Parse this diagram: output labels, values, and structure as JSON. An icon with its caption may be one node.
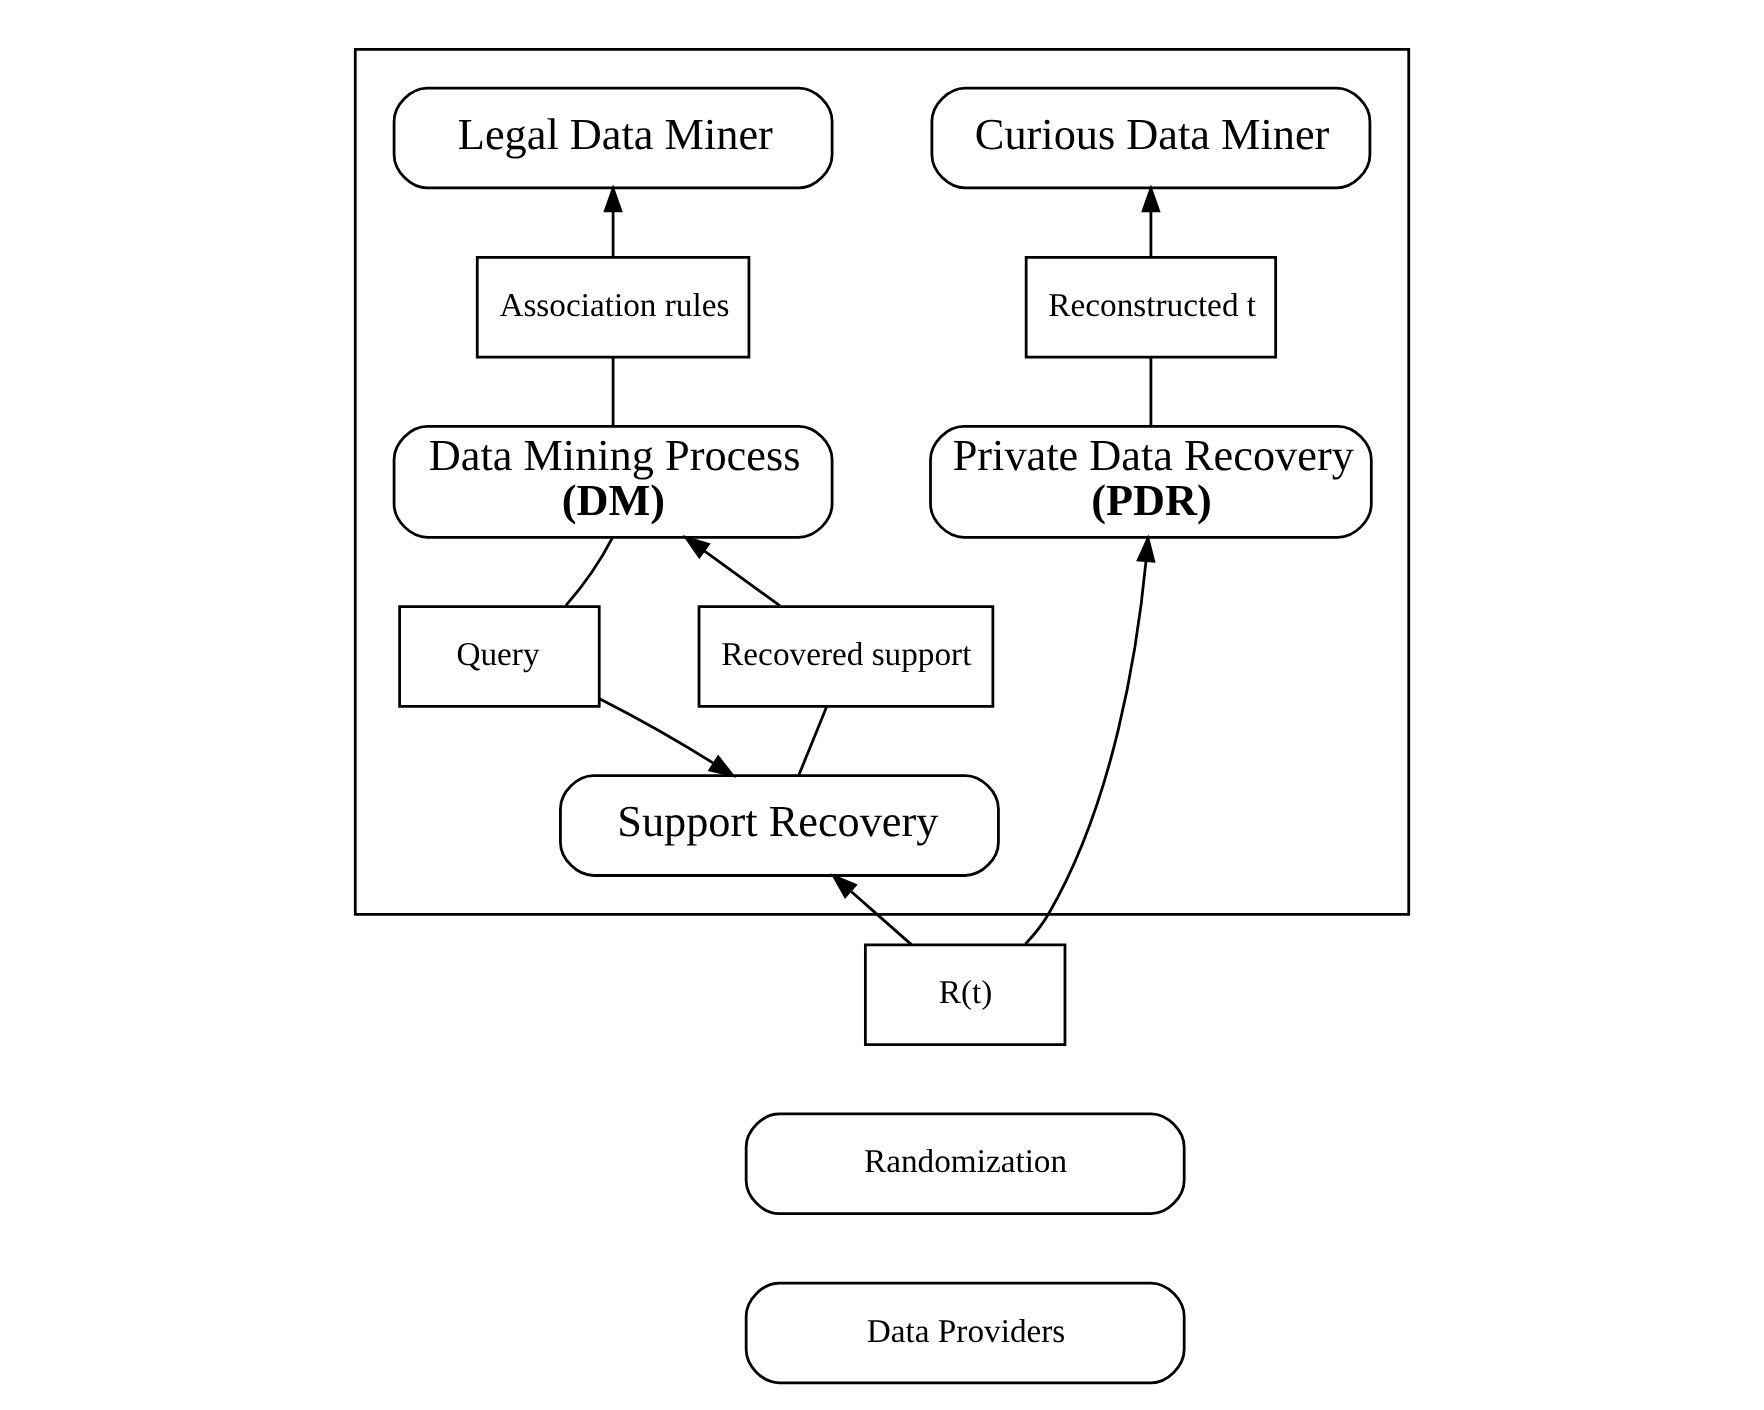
{
  "diagram": {
    "nodes": [
      {
        "text": [],
        "shape": "box"
      },
      {
        "text": [
          "Legal Data Miner"
        ],
        "in": 0
      },
      {
        "text": [
          "Curious Data Miner"
        ],
        "in": 0
      },
      {
        "text": [
          "Association rules"
        ],
        "in": 0
      },
      {
        "text": [
          "Reconstructed t"
        ],
        "in": 0
      },
      {
        "text": [
          "Data Mining Process",
          "(DM)"
        ],
        "in": 0
      },
      {
        "text": [
          "Private Data Recovery",
          "(PDR)"
        ],
        "in": 0
      },
      {
        "text": [
          "Recovered support"
        ],
        "in": 0
      },
      {
        "text": [
          "Query"
        ],
        "in": 0
      },
      {
        "text": [
          "Support Recovery"
        ],
        "in": 0
      },
      {
        "text": [
          "R(t)"
        ]
      },
      {
        "text": [
          "Randomization"
        ]
      },
      {
        "text": [
          "Data Providers"
        ]
      }
    ],
    "edges": [
      {
        "from": 5,
        "to": 3,
        "arrow": "none"
      },
      {
        "from": 3,
        "to": 1,
        "arrow": "to"
      },
      {
        "from": 6,
        "to": 4,
        "arrow": "none"
      },
      {
        "from": 4,
        "to": 2,
        "arrow": "to"
      },
      {
        "from": 9,
        "to": 7,
        "arrow": "none"
      },
      {
        "from": 7,
        "to": 5,
        "arrow": "to"
      },
      {
        "from": 5,
        "to": 8,
        "arrow": "none"
      },
      {
        "from": 8,
        "to": 9,
        "arrow": "to"
      },
      {
        "from": 10,
        "to": 9,
        "arrow": "to"
      },
      {
        "from": 10,
        "to": 6,
        "arrow": "to"
      }
    ]
  }
}
